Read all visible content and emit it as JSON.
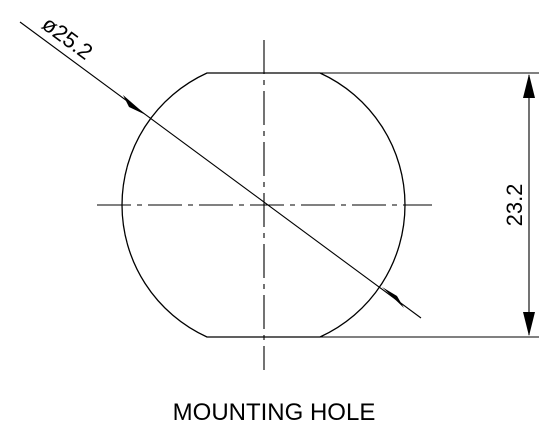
{
  "drawing": {
    "diameter_label": "ø25.2",
    "height_label": "23.2",
    "caption": "MOUNTING HOLE"
  }
}
